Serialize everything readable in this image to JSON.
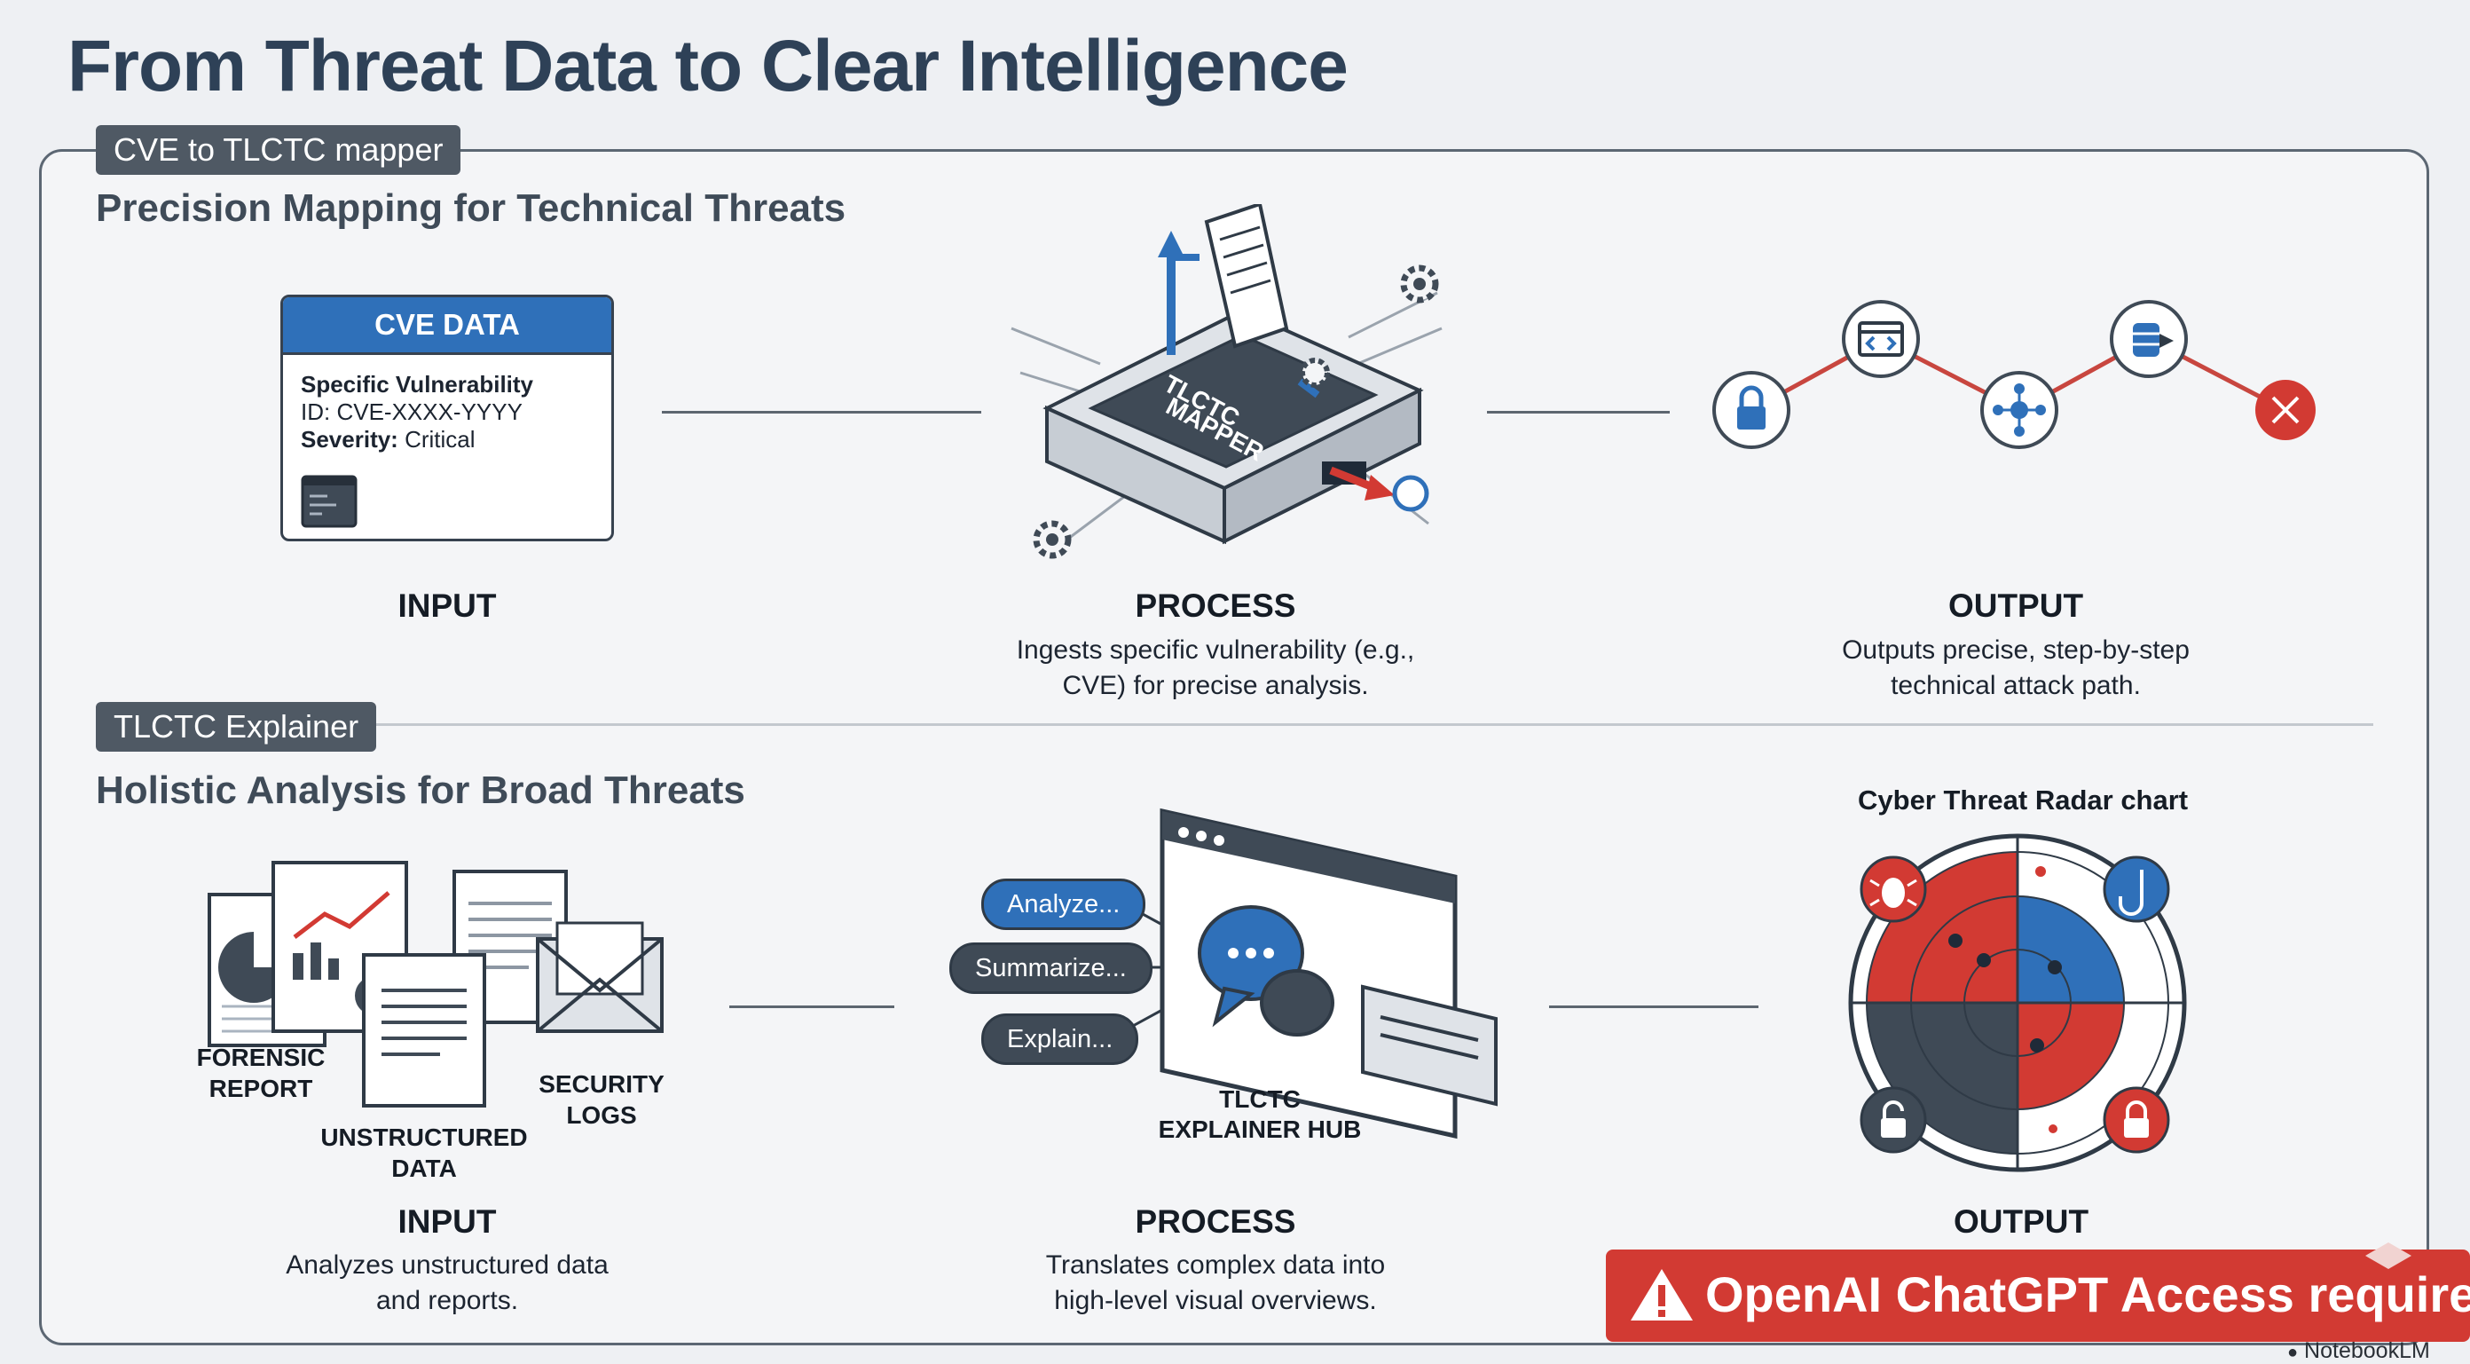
{
  "title": "From Threat Data to Clear Intelligence",
  "section1": {
    "tag": "CVE to TLCTC mapper",
    "subtitle": "Precision Mapping for Technical Threats",
    "card": {
      "header": "CVE DATA",
      "line1": "Specific Vulnerability",
      "line2": "ID: CVE-XXXX-YYYY",
      "line3_label": "Severity:",
      "line3_value": "Critical"
    },
    "mapper_label_1": "TLCTC",
    "mapper_label_2": "MAPPER",
    "input_label": "INPUT",
    "process_label": "PROCESS",
    "process_desc_1": "Ingests specific vulnerability (e.g.,",
    "process_desc_2": "CVE) for precise analysis.",
    "output_label": "OUTPUT",
    "output_desc_1": "Outputs precise, step-by-step",
    "output_desc_2": "technical attack path."
  },
  "section2": {
    "tag": "TLCTC Explainer",
    "subtitle": "Holistic Analysis for Broad Threats",
    "doc_forensic_1": "FORENSIC",
    "doc_forensic_2": "REPORT",
    "doc_unstructured_1": "UNSTRUCTURED",
    "doc_unstructured_2": "DATA",
    "doc_security_1": "SECURITY",
    "doc_security_2": "LOGS",
    "pill_analyze": "Analyze...",
    "pill_summarize": "Summarize...",
    "pill_explain": "Explain...",
    "hub_label_1": "TLCTC",
    "hub_label_2": "EXPLAINER HUB",
    "radar_title": "Cyber Threat Radar chart",
    "input_label": "INPUT",
    "input_desc_1": "Analyzes unstructured data",
    "input_desc_2": "and reports.",
    "process_label": "PROCESS",
    "process_desc_1": "Translates complex data into",
    "process_desc_2": "high-level visual overviews.",
    "output_label": "OUTPUT"
  },
  "warning": "OpenAI ChatGPT Access required",
  "brand": "NotebookLM",
  "colors": {
    "accent_blue": "#2f70b9",
    "accent_red": "#d23a33",
    "dark": "#3f4a56",
    "tag_bg": "#4f5964"
  },
  "icons": [
    "lock-icon",
    "code-window-icon",
    "network-hub-icon",
    "database-icon",
    "x-icon",
    "bug-icon",
    "hook-icon",
    "unlock-icon",
    "gear-icon",
    "chat-icon",
    "warning-icon"
  ]
}
